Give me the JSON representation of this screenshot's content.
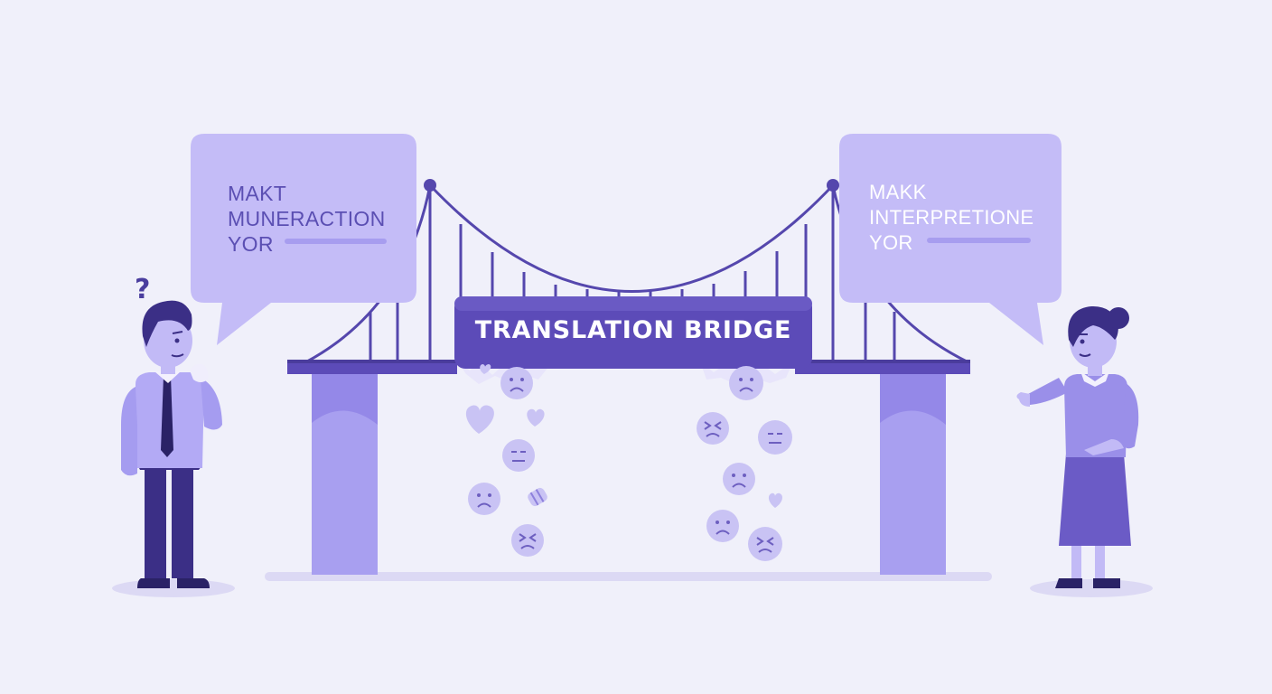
{
  "banner": {
    "title": "TRANSLATION BRIDGE"
  },
  "left_bubble": {
    "lines": [
      "MAKT",
      "MUNERACTION",
      "YOR"
    ]
  },
  "right_bubble": {
    "lines": [
      "MAKK",
      "INTERPRETIONE",
      "YOR"
    ]
  },
  "left_person": {
    "thought_mark": "?"
  },
  "colors": {
    "background": "#f0f0fa",
    "bridge_deck": "#5c4bb8",
    "pillar": "#a89ff0",
    "bubble": "#c4bcf7",
    "emoji": "#c9c3f4",
    "accent_dark": "#3b2f86"
  },
  "falling_icons": [
    "sad-face-icon",
    "heart-icon",
    "heart-icon",
    "neutral-face-icon",
    "sad-face-icon",
    "wrapped-icon",
    "frustrated-face-icon",
    "sad-face-icon",
    "frustrated-face-icon",
    "neutral-face-icon",
    "sad-face-icon",
    "heart-icon",
    "sad-face-icon",
    "frustrated-face-icon"
  ]
}
